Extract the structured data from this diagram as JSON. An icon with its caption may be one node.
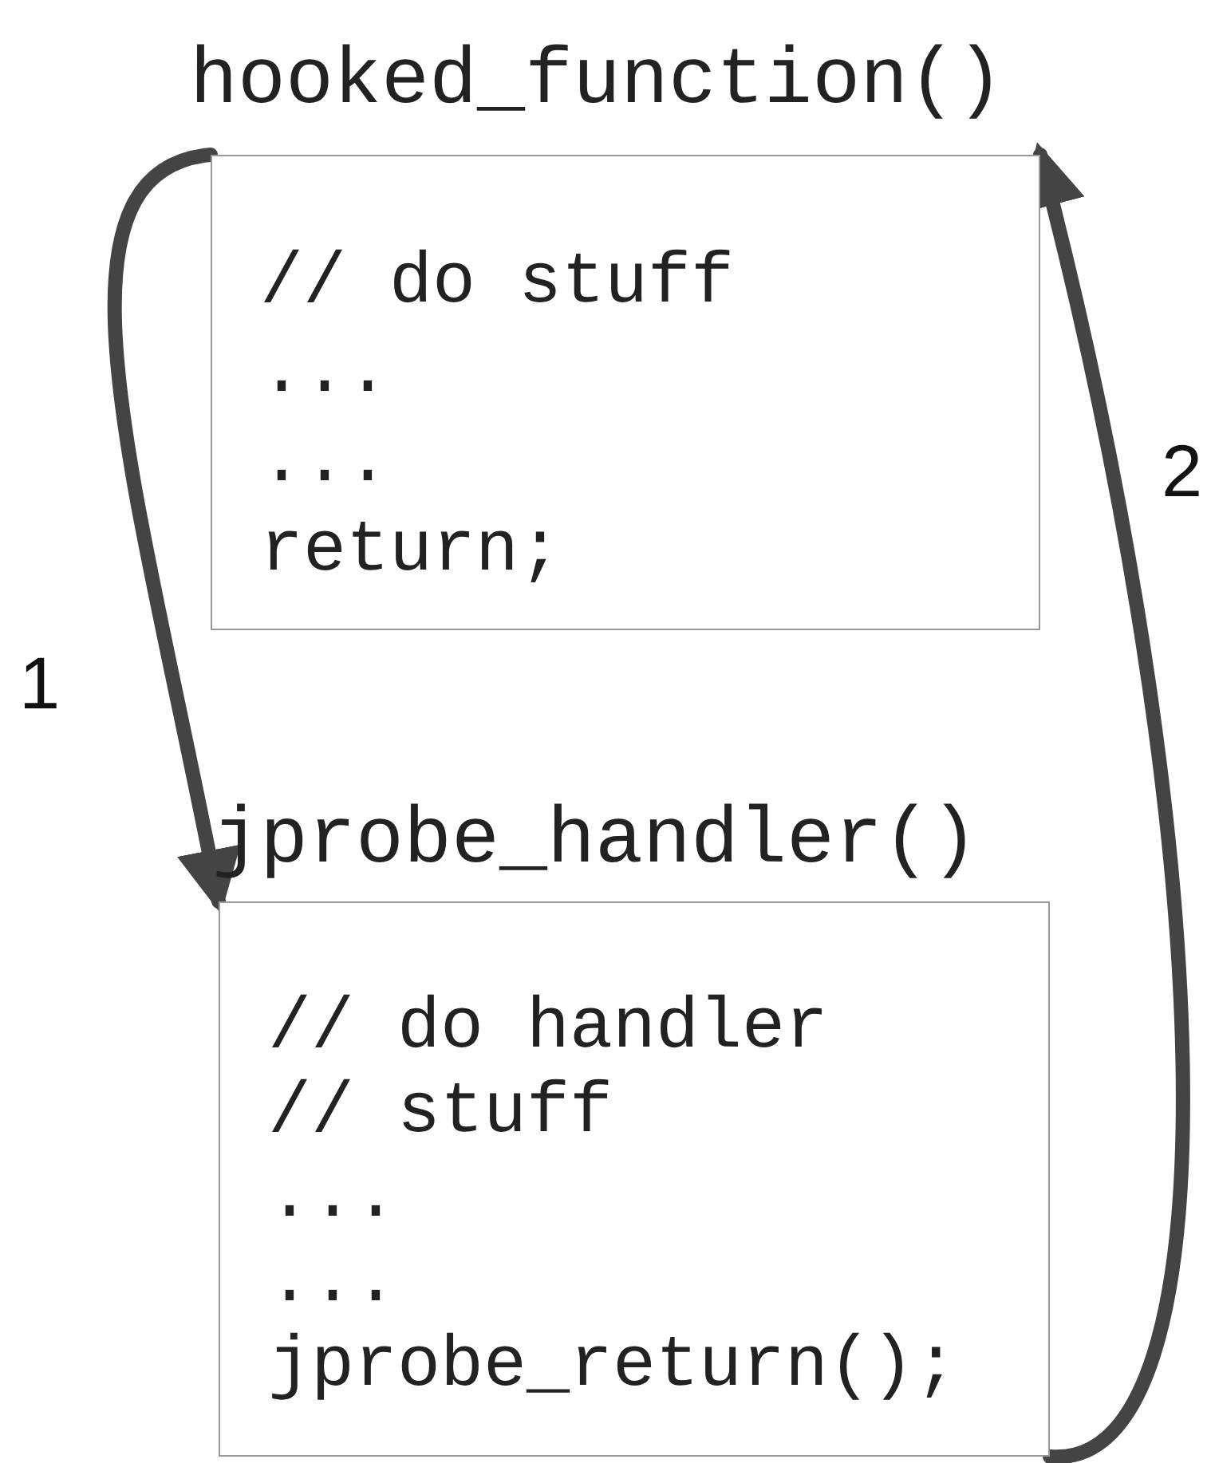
{
  "diagram": {
    "nodes": [
      {
        "text": [
          "hooked_function()",
          "// do stuff",
          "...",
          "...",
          "return;"
        ]
      },
      {
        "text": [
          "jprobe_handler()",
          "// do handler",
          "// stuff",
          "...",
          "...",
          "jprobe_return();"
        ]
      }
    ],
    "edges": [
      {
        "from": 0,
        "to": 1,
        "arrow": "to",
        "label": "1"
      },
      {
        "from": 1,
        "to": 0,
        "arrow": "to",
        "label": "2"
      }
    ]
  }
}
